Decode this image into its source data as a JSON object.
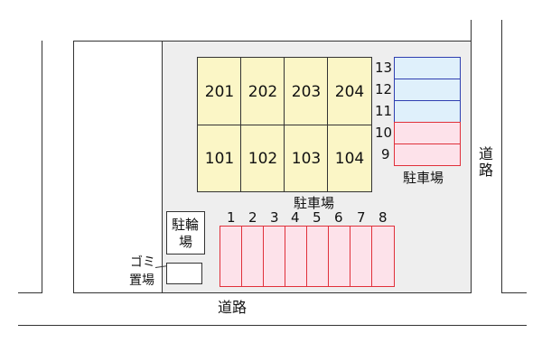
{
  "units": {
    "upper": [
      "201",
      "202",
      "203",
      "204"
    ],
    "lower": [
      "101",
      "102",
      "103",
      "104"
    ]
  },
  "parking_right": {
    "numbers": [
      "13",
      "12",
      "11",
      "10",
      "9"
    ],
    "label": "駐車場"
  },
  "parking_bottom": {
    "numbers": [
      "1",
      "2",
      "3",
      "4",
      "5",
      "6",
      "7",
      "8"
    ],
    "label": "駐車場"
  },
  "bicycle_parking": {
    "line1": "駐輪",
    "line2": "場"
  },
  "garbage": {
    "line1": "ゴミ",
    "line2": "置場"
  },
  "road_bottom": "道路",
  "road_right": "道路",
  "colors": {
    "unit_fill": "#fbf6c6",
    "parking_pink": "#fde2ea",
    "parking_red_border": "#e0303a",
    "parking_blue": "#dff0fb",
    "parking_blue_border": "#2f3fb0",
    "lot_fill": "#eeeeee"
  }
}
